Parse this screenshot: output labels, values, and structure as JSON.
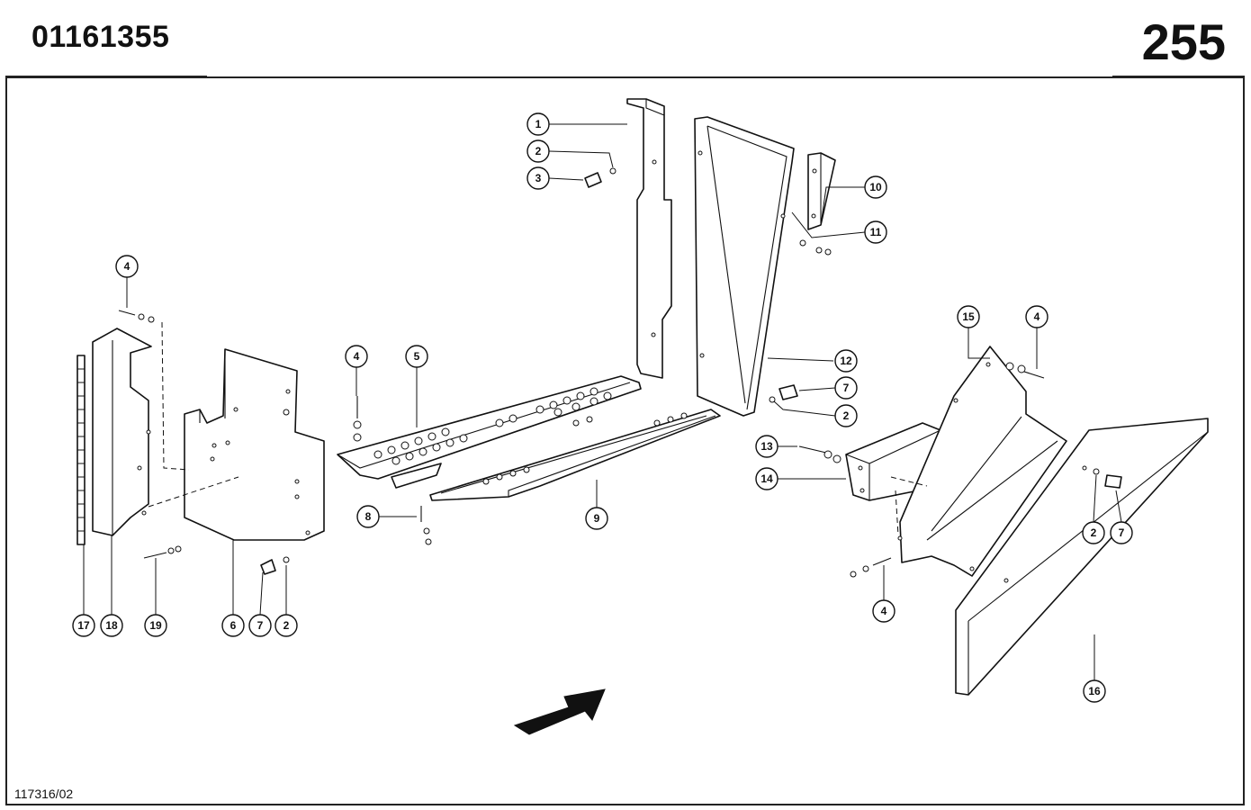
{
  "header": {
    "doc_number": "01161355",
    "page_number": "255"
  },
  "footer": {
    "drawing_ref": "117316/02"
  },
  "callouts": [
    {
      "id": "c1",
      "label": "1"
    },
    {
      "id": "c2a",
      "label": "2"
    },
    {
      "id": "c3",
      "label": "3"
    },
    {
      "id": "c10",
      "label": "10"
    },
    {
      "id": "c11",
      "label": "11"
    },
    {
      "id": "c4a",
      "label": "4"
    },
    {
      "id": "c4b",
      "label": "4"
    },
    {
      "id": "c5",
      "label": "5"
    },
    {
      "id": "c12",
      "label": "12"
    },
    {
      "id": "c7a",
      "label": "7"
    },
    {
      "id": "c2b",
      "label": "2"
    },
    {
      "id": "c15",
      "label": "15"
    },
    {
      "id": "c4c",
      "label": "4"
    },
    {
      "id": "c13",
      "label": "13"
    },
    {
      "id": "c14",
      "label": "14"
    },
    {
      "id": "c8",
      "label": "8"
    },
    {
      "id": "c9",
      "label": "9"
    },
    {
      "id": "c2c",
      "label": "2"
    },
    {
      "id": "c7b",
      "label": "7"
    },
    {
      "id": "c4d",
      "label": "4"
    },
    {
      "id": "c16",
      "label": "16"
    },
    {
      "id": "c17",
      "label": "17"
    },
    {
      "id": "c18",
      "label": "18"
    },
    {
      "id": "c19",
      "label": "19"
    },
    {
      "id": "c6",
      "label": "6"
    },
    {
      "id": "c7c",
      "label": "7"
    },
    {
      "id": "c2d",
      "label": "2"
    }
  ]
}
